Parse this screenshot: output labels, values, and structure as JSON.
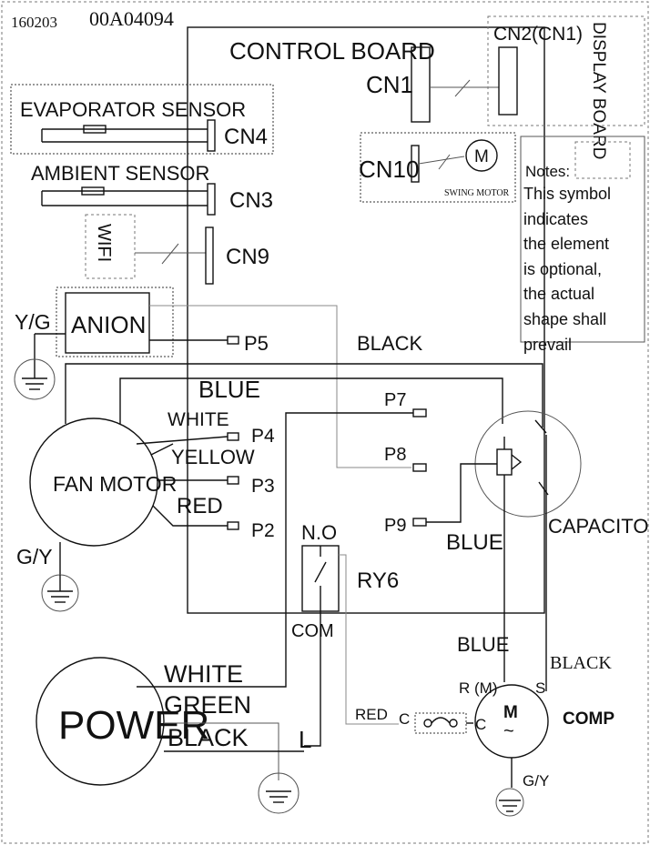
{
  "doc_code": {
    "digits": "160203",
    "code": "00A04094"
  },
  "control_board": {
    "title": "CONTROL BOARD",
    "cn1": "CN1",
    "cn4": "CN4",
    "cn3": "CN3",
    "cn9": "CN9",
    "cn10": "CN10",
    "p5": "P5",
    "p4": "P4",
    "p3": "P3",
    "p2": "P2",
    "p7": "P7",
    "p8": "P8",
    "p9": "P9"
  },
  "display_board": {
    "connector": "CN2(CN1)",
    "label": "DISPLAY BOARD"
  },
  "swing_motor": {
    "symbol": "M",
    "label": "SWING MOTOR"
  },
  "notes": {
    "title": "Notes:",
    "text": [
      "This symbol",
      "indicates",
      "the element",
      "is optional,",
      "the actual",
      "shape shall",
      "prevail"
    ]
  },
  "sensors": {
    "evaporator": "EVAPORATOR SENSOR",
    "ambient": "AMBIENT SENSOR"
  },
  "wifi": "WIFI",
  "anion": {
    "label": "ANION",
    "ground": "Y/G"
  },
  "fan_motor": {
    "label": "FAN MOTOR",
    "ground": "G/Y"
  },
  "wire_colors": {
    "black_top": "BLACK",
    "blue_top": "BLUE",
    "white": "WHITE",
    "yellow": "YELLOW",
    "red": "RED",
    "blue_p9": "BLUE",
    "blue_comp": "BLUE",
    "black_comp": "BLACK",
    "red_c": "RED",
    "power_white": "WHITE",
    "power_green": "GREEN",
    "power_black": "BLACK"
  },
  "relay": {
    "no": "N.O",
    "name": "RY6",
    "com": "COM"
  },
  "capacitor": "CAPACITOR",
  "power": {
    "label": "POWER",
    "l": "L"
  },
  "compressor": {
    "label": "COMP",
    "r": "R (M)",
    "s": "S",
    "c1": "C",
    "c2": "C",
    "m": "M",
    "tilde": "~",
    "ground": "G/Y"
  }
}
